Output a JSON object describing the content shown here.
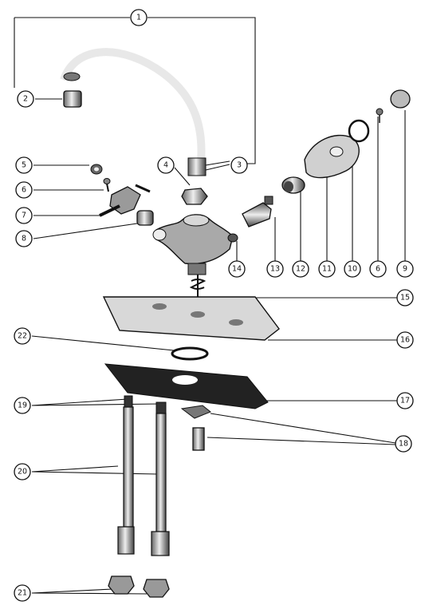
{
  "diagram": {
    "callouts": [
      {
        "id": "c1",
        "label": "1"
      },
      {
        "id": "c2",
        "label": "2"
      },
      {
        "id": "c3",
        "label": "3"
      },
      {
        "id": "c4",
        "label": "4"
      },
      {
        "id": "c5",
        "label": "5"
      },
      {
        "id": "c6a",
        "label": "6"
      },
      {
        "id": "c7",
        "label": "7"
      },
      {
        "id": "c8",
        "label": "8"
      },
      {
        "id": "c14",
        "label": "14"
      },
      {
        "id": "c13",
        "label": "13"
      },
      {
        "id": "c12",
        "label": "12"
      },
      {
        "id": "c11",
        "label": "11"
      },
      {
        "id": "c10",
        "label": "10"
      },
      {
        "id": "c6b",
        "label": "6"
      },
      {
        "id": "c9",
        "label": "9"
      },
      {
        "id": "c15",
        "label": "15"
      },
      {
        "id": "c16",
        "label": "16"
      },
      {
        "id": "c22",
        "label": "22"
      },
      {
        "id": "c17",
        "label": "17"
      },
      {
        "id": "c19",
        "label": "19"
      },
      {
        "id": "c18",
        "label": "18"
      },
      {
        "id": "c20",
        "label": "20"
      },
      {
        "id": "c21",
        "label": "21"
      }
    ],
    "colors": {
      "ink": "#111111",
      "background": "#ffffff",
      "shade": "#8a8a8a",
      "light": "#d8d8d8"
    }
  }
}
